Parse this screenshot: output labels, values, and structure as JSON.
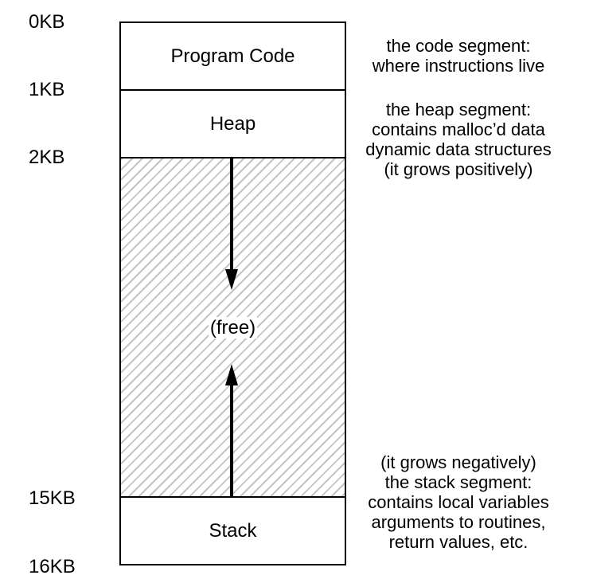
{
  "addresses": [
    "0KB",
    "1KB",
    "2KB",
    "15KB",
    "16KB"
  ],
  "segments": {
    "code": "Program Code",
    "heap": "Heap",
    "free": "(free)",
    "stack": "Stack"
  },
  "descriptions": {
    "code": [
      "the code segment:",
      "where instructions live"
    ],
    "heap": [
      "the heap segment:",
      "contains malloc’d data",
      "dynamic data structures",
      "(it grows positively)"
    ],
    "stack": [
      "(it grows negatively)",
      "the stack segment:",
      "contains local variables",
      "arguments to routines,",
      "return values, etc."
    ]
  }
}
